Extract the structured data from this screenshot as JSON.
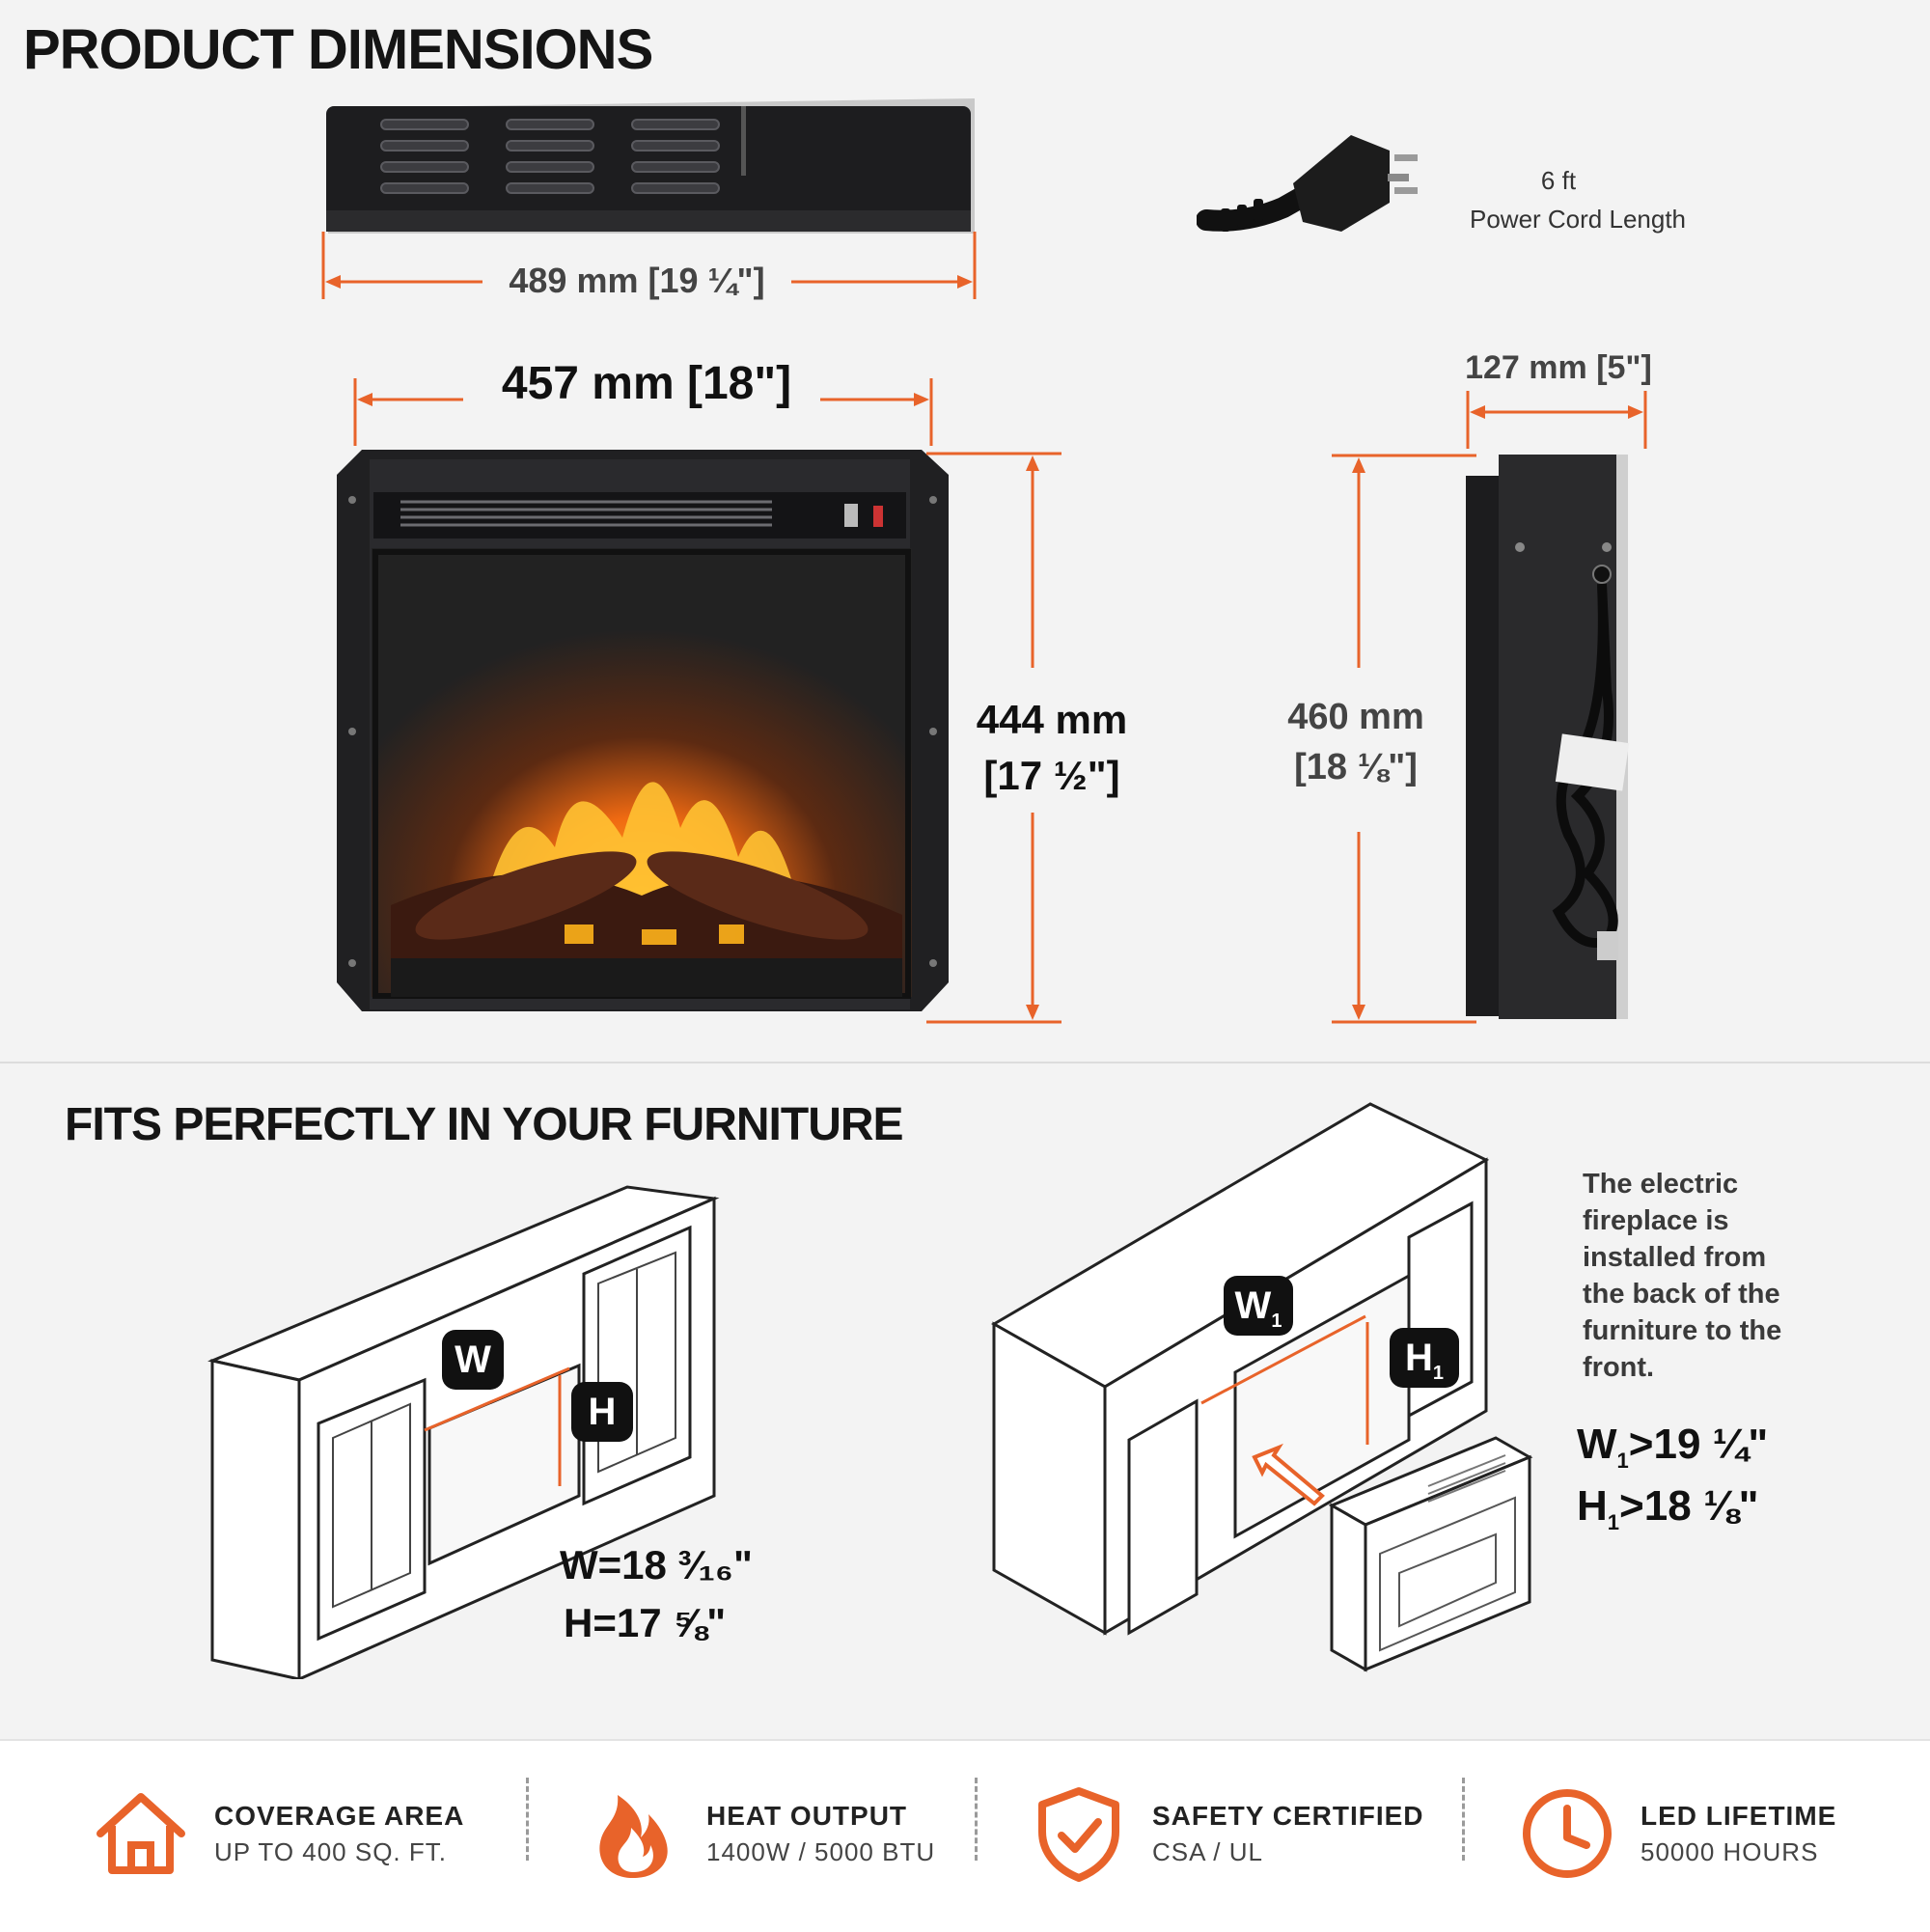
{
  "headings": {
    "product_dimensions": "PRODUCT DIMENSIONS",
    "fits_furniture": "FITS PERFECTLY IN YOUR FURNITURE"
  },
  "dimensions": {
    "top_width": "489 mm [19 ¼\"]",
    "front_width": "457 mm [18\"]",
    "front_height_mm": "444 mm",
    "front_height_in": "[17 ½\"]",
    "depth": "127 mm [5\"]",
    "side_height_mm": "460 mm",
    "side_height_in": "[18 ⅛\"]"
  },
  "power_cord": {
    "length": "6 ft",
    "label": "Power Cord Length"
  },
  "furniture": {
    "badge_w": "W",
    "badge_h": "H",
    "badge_w1_main": "W",
    "badge_w1_sub": "1",
    "badge_h1_main": "H",
    "badge_h1_sub": "1",
    "w_value": "W=18 ³⁄₁₆\"",
    "h_value": "H=17 ⅝\"",
    "note_lines": [
      "The electric",
      "fireplace is",
      "installed from",
      "the back of the",
      "furniture to the",
      "front."
    ],
    "w1_main": "W",
    "w1_sub": "1",
    "w1_rest": ">19 ¼\"",
    "h1_main": "H",
    "h1_sub": "1",
    "h1_rest": ">18 ⅛\""
  },
  "features": [
    {
      "icon": "house-icon",
      "title": "COVERAGE AREA",
      "subtitle": "UP TO 400 SQ. FT."
    },
    {
      "icon": "flame-icon",
      "title": "HEAT OUTPUT",
      "subtitle": "1400W / 5000 BTU"
    },
    {
      "icon": "shield-check-icon",
      "title": "SAFETY CERTIFIED",
      "subtitle": "CSA / UL"
    },
    {
      "icon": "clock-icon",
      "title": "LED LIFETIME",
      "subtitle": "50000 HOURS"
    }
  ],
  "colors": {
    "accent": "#e8632a",
    "text": "#151515",
    "background": "#f3f3f3"
  }
}
